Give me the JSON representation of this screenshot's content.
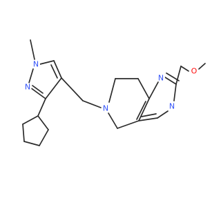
{
  "molecule": {
    "atom_labels": {
      "n_pyrazole_methyl": "N",
      "n_pyrazole_2": "N",
      "n_piperidine": "N",
      "n_pyrimidine_top": "N",
      "n_pyrimidine_bottom": "N",
      "o_methoxy": "O"
    },
    "colors": {
      "nitrogen": "#3050f8",
      "oxygen": "#ff0d0d",
      "bond": "#2b2b2b"
    }
  }
}
